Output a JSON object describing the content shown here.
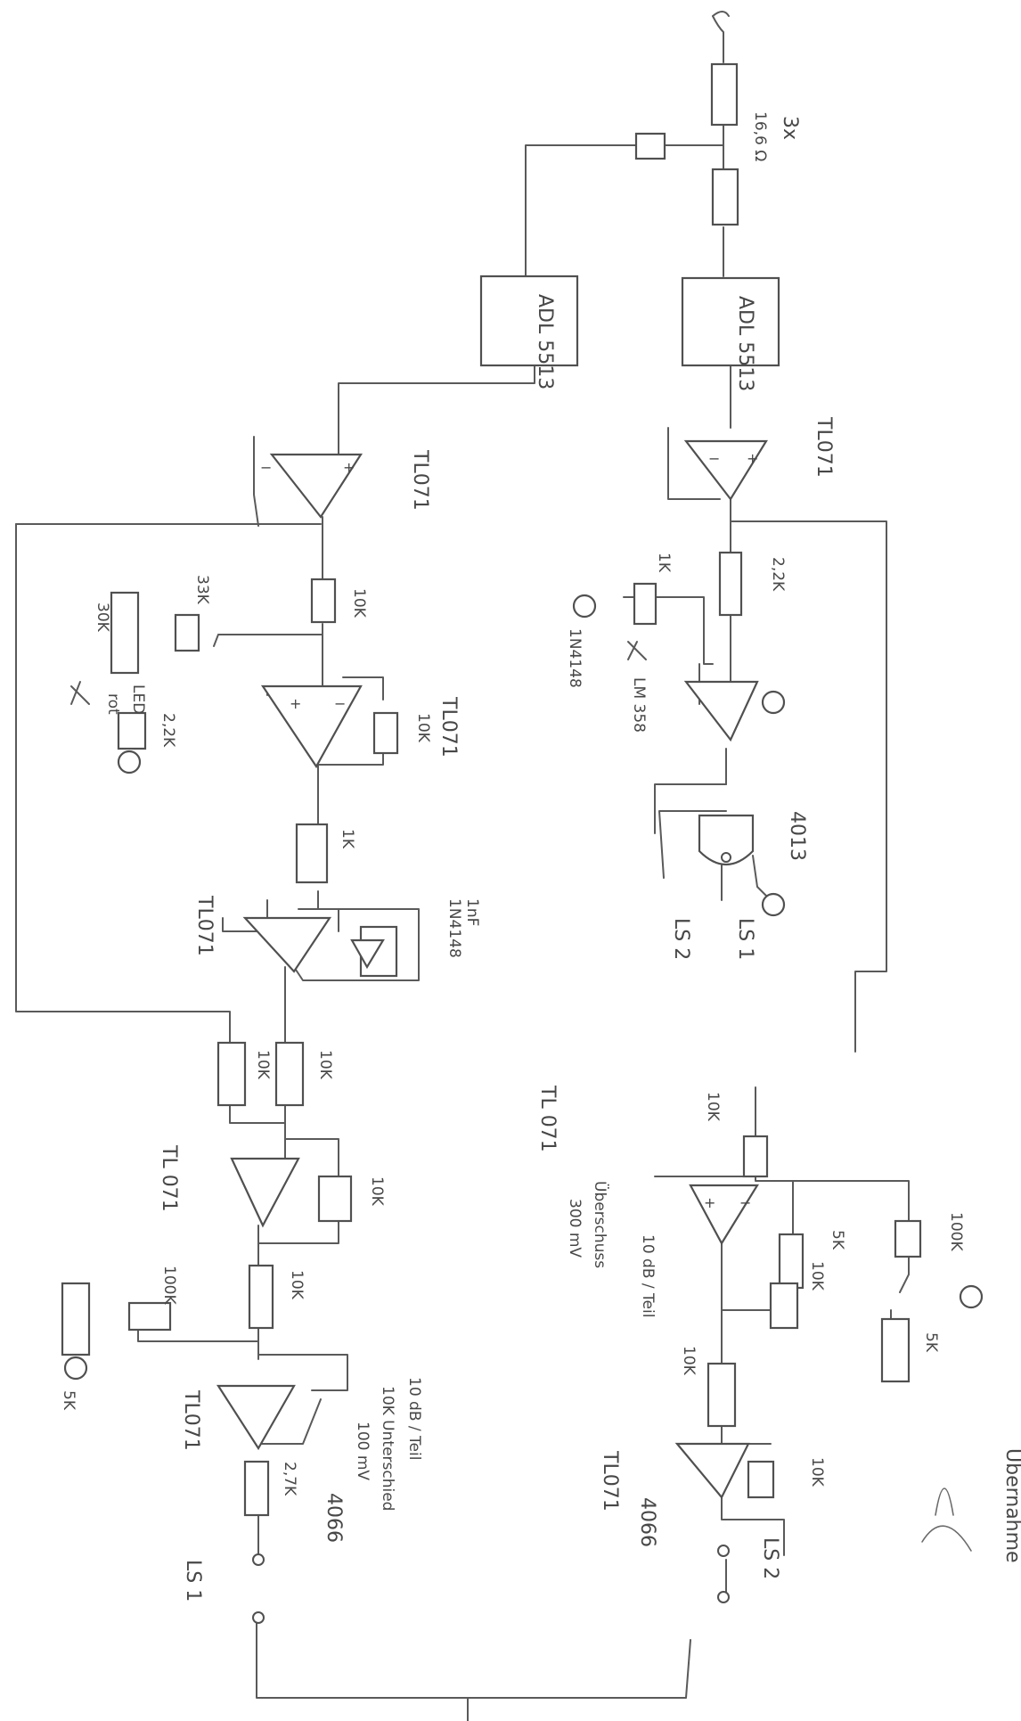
{
  "ic": {
    "adc": "ADL 5513",
    "opamp_a": "TL071",
    "opamp_b": "TL 071",
    "opamp_c": "TL 071",
    "comparator": "LM 358",
    "nand": "4013",
    "switch": "4066"
  },
  "components": {
    "r_3x": "3x",
    "r_16": "16,6 Ω",
    "r_22k": "2,2K",
    "r_1k": "1K",
    "r_1k_b": "1K",
    "r_10k": "10K",
    "r_33k": "33K",
    "r_30k": "30K",
    "r_22k_led": "2,2K",
    "r_100k": "100K",
    "r_5k": "5K",
    "r_27k": "2,7K",
    "c_1nf": "1nF",
    "diode": "1N4148",
    "led": "LED",
    "led_color": "rot"
  },
  "outputs": {
    "ls1": "LS 1",
    "ls2": "LS 2"
  },
  "notes": {
    "ladder": "10 dB / Teil",
    "under": "10K Unterschied",
    "mv100": "100 mV",
    "over": "Überschuss",
    "mv300": "300 mV",
    "take": "Übernahme",
    "plus": "+",
    "minus": "−"
  }
}
